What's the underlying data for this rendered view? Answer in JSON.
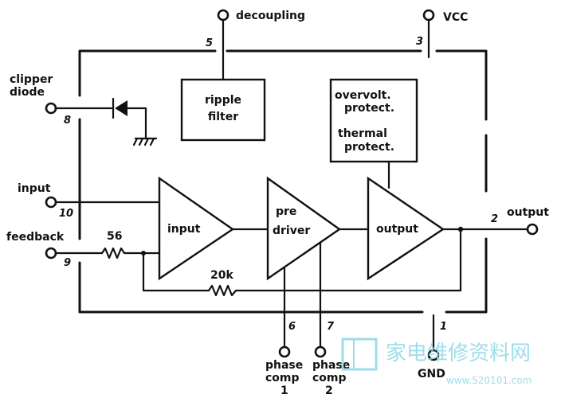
{
  "terminals": {
    "decoupling": "decoupling",
    "vcc": "VCC",
    "clipper_diode_line1": "clipper",
    "clipper_diode_line2": "diode",
    "input": "input",
    "feedback": "feedback",
    "output": "output",
    "gnd": "GND",
    "phase_comp_1_line1": "phase",
    "phase_comp_1_line2": "comp",
    "phase_comp_1_line3": "1",
    "phase_comp_2_line1": "phase",
    "phase_comp_2_line2": "comp",
    "phase_comp_2_line3": "2"
  },
  "pins": {
    "decoupling": "5",
    "vcc": "3",
    "clipper_diode": "8",
    "input": "10",
    "feedback": "9",
    "output": "2",
    "phase_comp_1": "6",
    "phase_comp_2": "7",
    "gnd": "1"
  },
  "blocks": {
    "ripple_filter_line1": "ripple",
    "ripple_filter_line2": "filter",
    "overvolt_line1": "overvolt.",
    "overvolt_line2": "protect.",
    "thermal_line1": "thermal",
    "thermal_line2": "protect.",
    "amp_input": "input",
    "amp_pre_line1": "pre",
    "amp_pre_line2": "driver",
    "amp_output": "output"
  },
  "components": {
    "r_feedback": "56",
    "r_loop": "20k"
  },
  "watermark": {
    "chinese": "家电维修资料网",
    "url": "www.520101.com"
  }
}
